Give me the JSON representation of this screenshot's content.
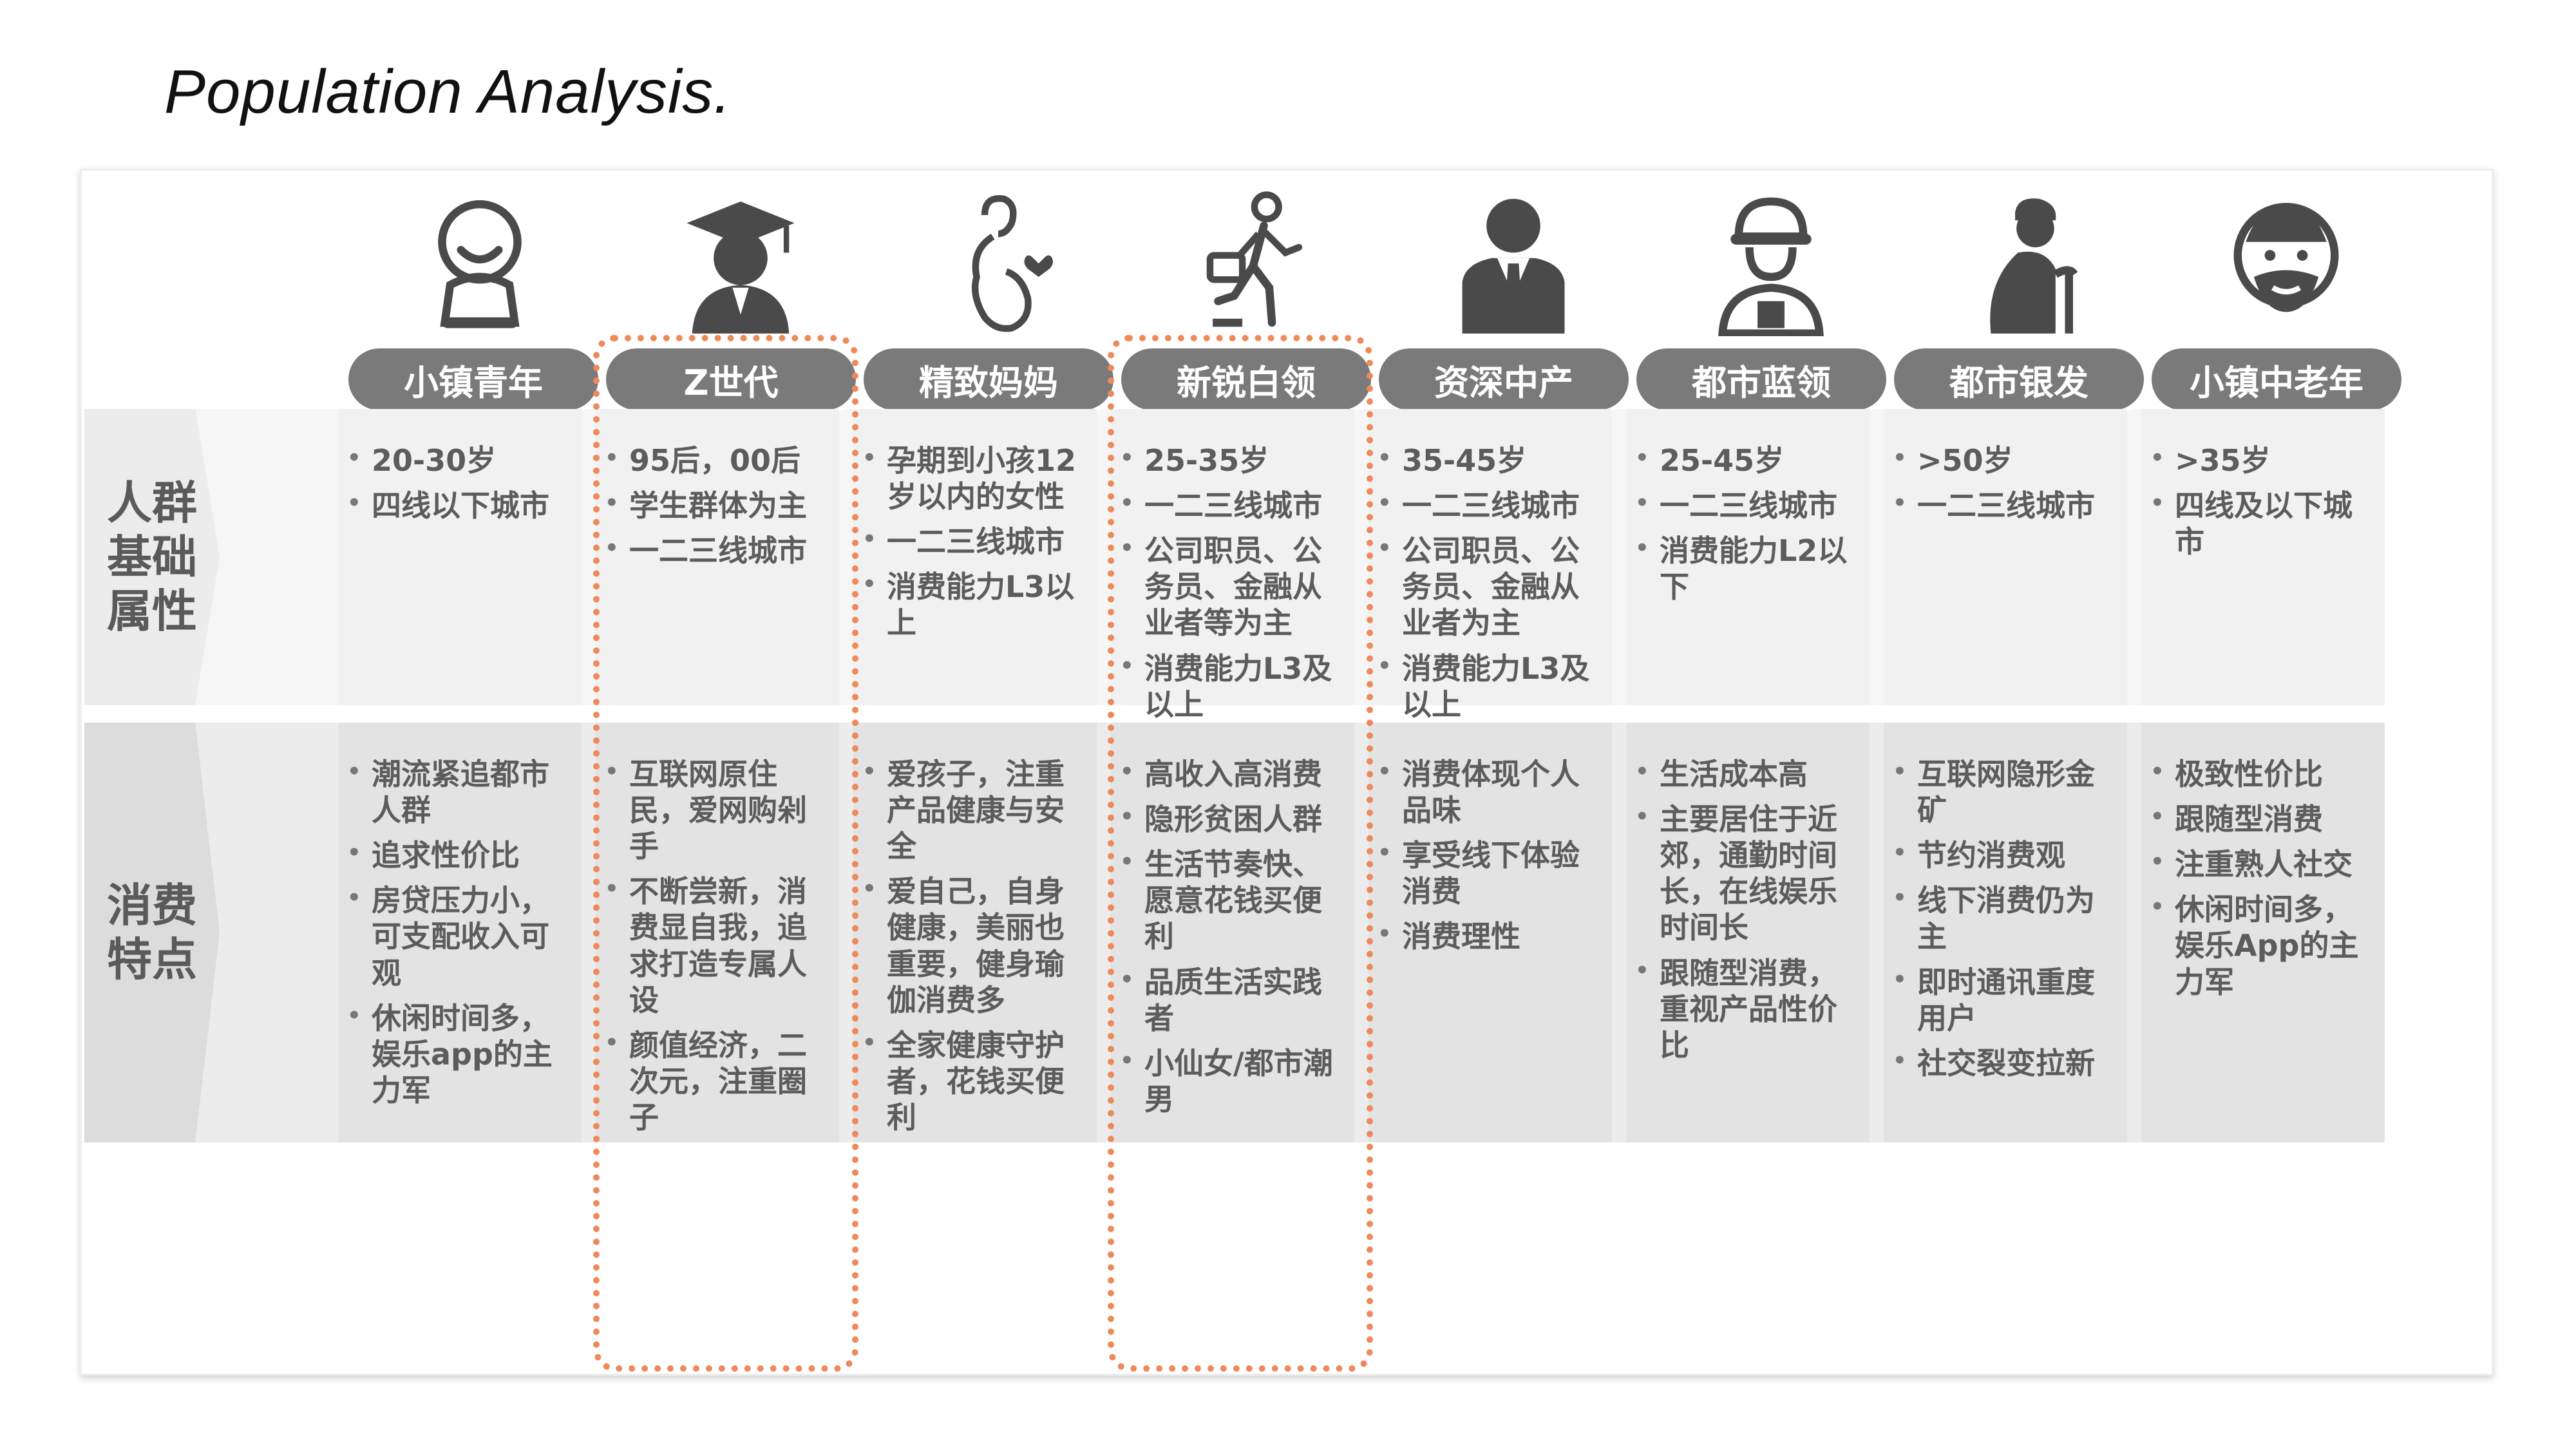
{
  "title": "Population Analysis.",
  "row_labels": {
    "basic": "人群基础属性",
    "consume": "消费特点"
  },
  "columns": [
    {
      "name": "小镇青年",
      "icon": "smiling-youth-icon",
      "basic": [
        "20-30岁",
        "四线以下城市"
      ],
      "consume": [
        "潮流紧追都市人群",
        "追求性价比",
        "房贷压力小，可支配收入可观",
        "休闲时间多，娱乐app的主力军"
      ]
    },
    {
      "name": "Z世代",
      "icon": "graduate-icon",
      "basic": [
        "95后，00后",
        "学生群体为主",
        "一二三线城市"
      ],
      "consume": [
        "互联网原住民，爱网购剁手",
        "不断尝新，消费显自我，追求打造专属人设",
        "颜值经济，二次元，注重圈子"
      ]
    },
    {
      "name": "精致妈妈",
      "icon": "pregnant-mother-icon",
      "basic": [
        "孕期到小孩12岁以内的女性",
        "一二三线城市",
        "消费能力L3以上"
      ],
      "consume": [
        "爱孩子，注重产品健康与安全",
        "爱自己，自身健康，美丽也重要，健身瑜伽消费多",
        "全家健康守护者，花钱买便利"
      ]
    },
    {
      "name": "新锐白领",
      "icon": "walking-briefcase-icon",
      "basic": [
        "25-35岁",
        "一二三线城市",
        "公司职员、公务员、金融从业者等为主",
        "消费能力L3及以上"
      ],
      "consume": [
        "高收入高消费",
        "隐形贫困人群",
        "生活节奏快、愿意花钱买便利",
        "品质生活实践者",
        "小仙女/都市潮男"
      ]
    },
    {
      "name": "资深中产",
      "icon": "businessman-suit-icon",
      "basic": [
        "35-45岁",
        "一二三线城市",
        "公司职员、公务员、金融从业者为主",
        "消费能力L3及以上"
      ],
      "consume": [
        "消费体现个人品味",
        "享受线下体验消费",
        "消费理性"
      ]
    },
    {
      "name": "都市蓝领",
      "icon": "hardhat-worker-icon",
      "basic": [
        "25-45岁",
        "一二三线城市",
        "消费能力L2以下"
      ],
      "consume": [
        "生活成本高",
        "主要居住于近郊，通勤时间长，在线娱乐时间长",
        "跟随型消费，重视产品性价比"
      ]
    },
    {
      "name": "都市银发",
      "icon": "elderly-cane-icon",
      "basic": [
        ">50岁",
        "一二三线城市"
      ],
      "consume": [
        "互联网隐形金矿",
        "节约消费观",
        "线下消费仍为主",
        "即时通讯重度用户",
        "社交裂变拉新"
      ]
    },
    {
      "name": "小镇中老年",
      "icon": "bearded-elder-icon",
      "basic": [
        ">35岁",
        "四线及以下城市"
      ],
      "consume": [
        "极致性价比",
        "跟随型消费",
        "注重熟人社交",
        "休闲时间多，娱乐App的主力军"
      ]
    }
  ],
  "highlighted_columns": [
    "Z世代",
    "新锐白领"
  ],
  "colors": {
    "pill": "#7a7a7a",
    "highlight": "#ee8a5a",
    "text": "#5c5c5c",
    "icon": "#4a4a4a"
  }
}
